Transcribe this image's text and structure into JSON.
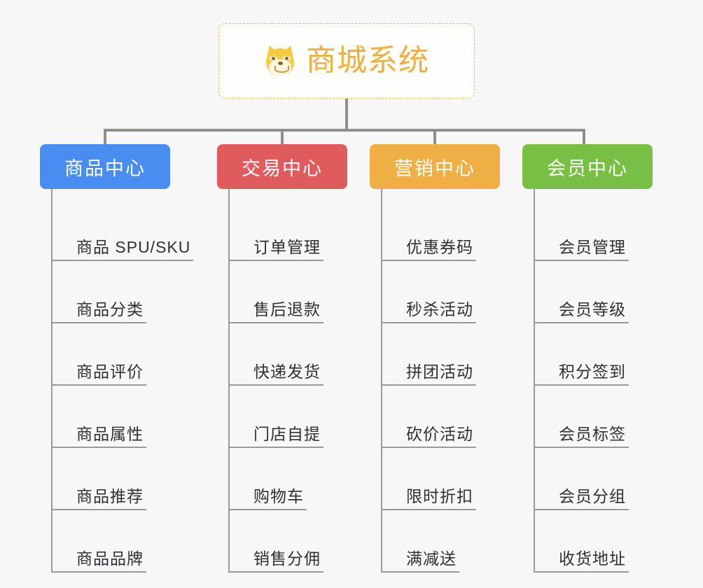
{
  "root": {
    "title": "商城系统",
    "icon": "shiba-inu-dog-face-icon",
    "text_color": "#eeb03c",
    "border_color": "#e8b95c",
    "background": "#fdfdfc"
  },
  "canvas": {
    "background": "#f7f7f7",
    "connector_color": "#8e8e8e",
    "rule_color": "#9a9a9a",
    "leaf_text_color": "#2f3033"
  },
  "columns": [
    {
      "title": "商品中心",
      "color": "#4a8df0",
      "items": [
        "商品 SPU/SKU",
        "商品分类",
        "商品评价",
        "商品属性",
        "商品推荐",
        "商品品牌"
      ]
    },
    {
      "title": "交易中心",
      "color": "#e05b5b",
      "items": [
        "订单管理",
        "售后退款",
        "快递发货",
        "门店自提",
        "购物车",
        "销售分佣"
      ]
    },
    {
      "title": "营销中心",
      "color": "#eeaf44",
      "items": [
        "优惠券码",
        "秒杀活动",
        "拼团活动",
        "砍价活动",
        "限时折扣",
        "满减送"
      ]
    },
    {
      "title": "会员中心",
      "color": "#78c043",
      "items": [
        "会员管理",
        "会员等级",
        "积分签到",
        "会员标签",
        "会员分组",
        "收货地址"
      ]
    }
  ]
}
